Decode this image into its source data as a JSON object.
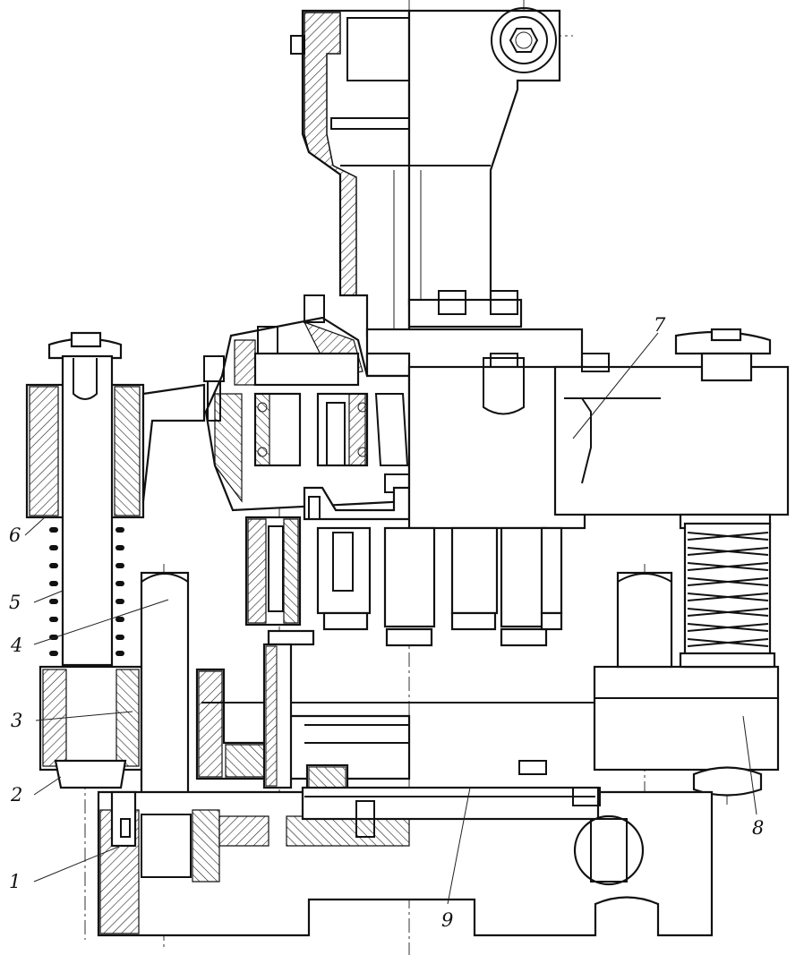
{
  "drawing": {
    "labels": [
      "1",
      "2",
      "3",
      "4",
      "5",
      "6",
      "7",
      "8",
      "9"
    ]
  }
}
